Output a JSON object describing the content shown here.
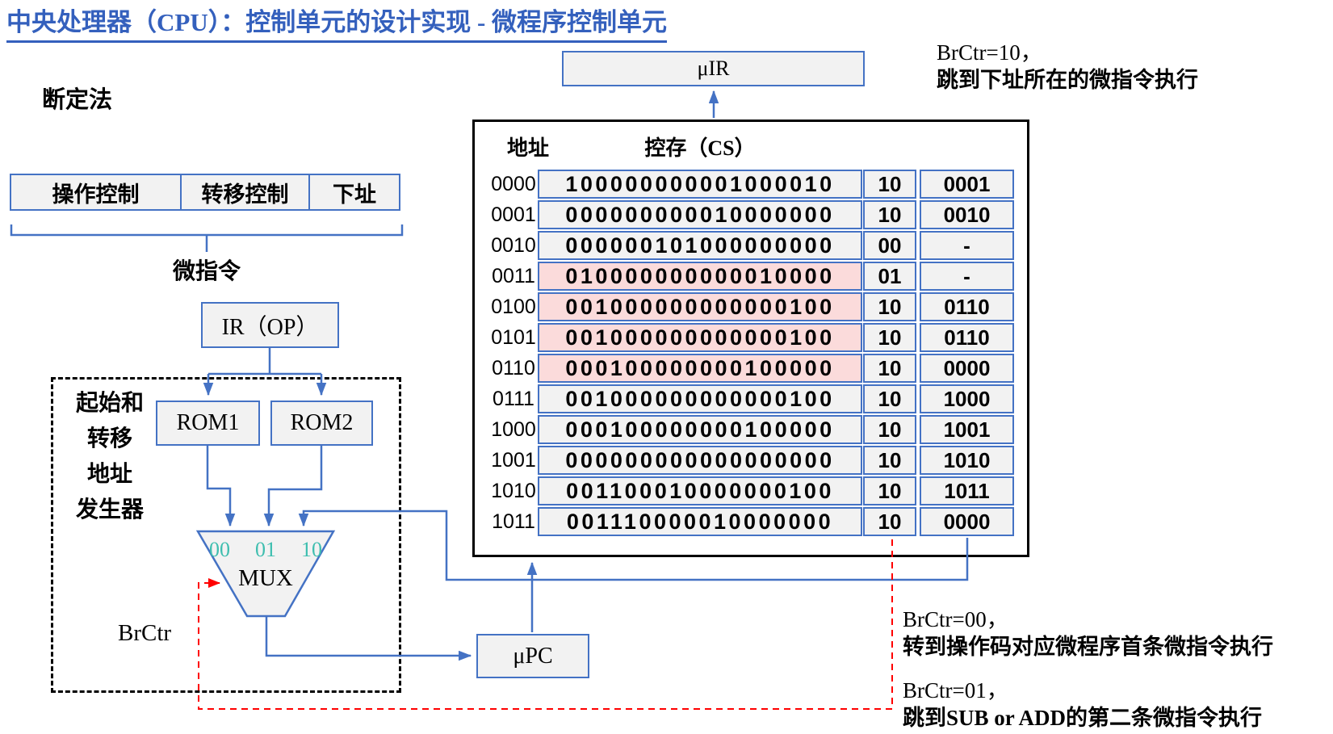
{
  "title": "中央处理器（CPU）：控制单元的设计实现 - 微程序控制单元",
  "labels": {
    "method": "断定法",
    "micro_instruction": "微指令",
    "brctr": "BrCtr"
  },
  "field_box": {
    "cells": [
      "操作控制",
      "转移控制",
      "下址"
    ]
  },
  "generator": {
    "l1": "起始和",
    "l2": "转移",
    "l3": "地址",
    "l4": "发生器"
  },
  "blocks": {
    "ir": "IR（OP）",
    "rom1": "ROM1",
    "rom2": "ROM2",
    "mux": "MUX",
    "mux_inputs": [
      "00",
      "01",
      "10"
    ],
    "upc": "μPC",
    "uir": "μIR"
  },
  "table": {
    "headers": {
      "address": "地址",
      "cs": "控存（CS）"
    },
    "rows": [
      {
        "addr": "0000",
        "bits": "100000000001000010",
        "br": "10",
        "next": "0001",
        "hl": false
      },
      {
        "addr": "0001",
        "bits": "000000000010000000",
        "br": "10",
        "next": "0010",
        "hl": false
      },
      {
        "addr": "0010",
        "bits": "000000101000000000",
        "br": "00",
        "next": "-",
        "hl": false
      },
      {
        "addr": "0011",
        "bits": "010000000000010000",
        "br": "01",
        "next": "-",
        "hl": true
      },
      {
        "addr": "0100",
        "bits": "001000000000000100",
        "br": "10",
        "next": "0110",
        "hl": true
      },
      {
        "addr": "0101",
        "bits": "001000000000000100",
        "br": "10",
        "next": "0110",
        "hl": true
      },
      {
        "addr": "0110",
        "bits": "000100000000100000",
        "br": "10",
        "next": "0000",
        "hl": true
      },
      {
        "addr": "0111",
        "bits": "001000000000000100",
        "br": "10",
        "next": "1000",
        "hl": false
      },
      {
        "addr": "1000",
        "bits": "000100000000100000",
        "br": "10",
        "next": "1001",
        "hl": false
      },
      {
        "addr": "1001",
        "bits": "000000000000000000",
        "br": "10",
        "next": "1010",
        "hl": false
      },
      {
        "addr": "1010",
        "bits": "001100010000000100",
        "br": "10",
        "next": "1011",
        "hl": false
      },
      {
        "addr": "1011",
        "bits": "001110000010000000",
        "br": "10",
        "next": "0000",
        "hl": false
      }
    ]
  },
  "annotations": {
    "brctr10": {
      "l1": "BrCtr=10，",
      "l2": "跳到下址所在的微指令执行"
    },
    "brctr00": {
      "l1": "BrCtr=00，",
      "l2": "转到操作码对应微程序首条微指令执行"
    },
    "brctr01": {
      "l1": "BrCtr=01，",
      "l2": "跳到SUB or ADD的第二条微指令执行"
    }
  },
  "colors": {
    "accent": "#4472C4",
    "title": "#3460BD",
    "teal": "#3EBEAF",
    "red": "#FF0000",
    "cellbg": "#F2F2F2",
    "pink": "#FBDBDB"
  }
}
